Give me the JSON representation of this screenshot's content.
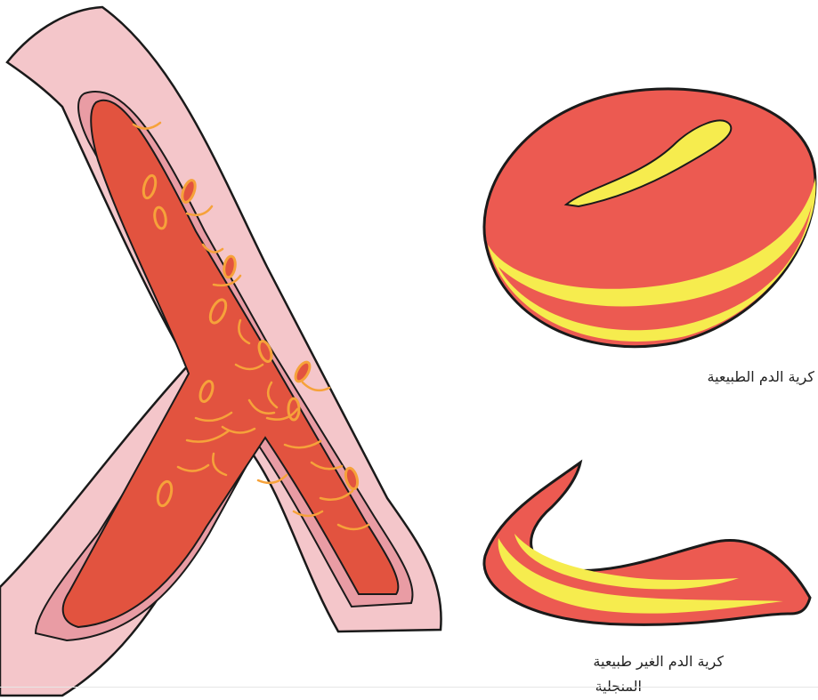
{
  "captions": {
    "normal_cell": "كرية الدم الطبيعية",
    "sickle_cell_line1": "كرية الدم الغير طبيعية",
    "sickle_cell_line2": "المنجلية"
  },
  "colors": {
    "vessel_wall": "#f2c4c8",
    "vessel_inner_wall": "#e89aa3",
    "blood": "#e2533f",
    "blood_dark": "#d04431",
    "cell_red": "#ec5a51",
    "cell_highlight": "#f6ec4e",
    "outline": "#1a1a1a"
  }
}
